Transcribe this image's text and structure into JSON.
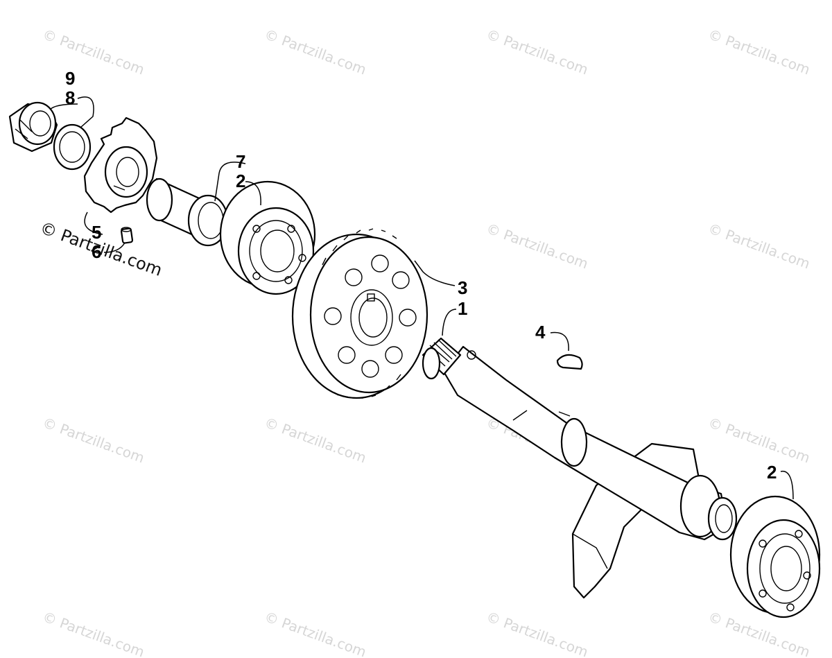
{
  "watermark_text": "© Partzilla.com",
  "callouts": {
    "c9": "9",
    "c8": "8",
    "c7": "7",
    "c2a": "2",
    "c5": "5",
    "c6": "6",
    "c3": "3",
    "c1": "1",
    "c4": "4",
    "c2b": "2"
  },
  "colors": {
    "line": "#000000",
    "watermark": "#d6d6d6",
    "background": "#ffffff"
  }
}
